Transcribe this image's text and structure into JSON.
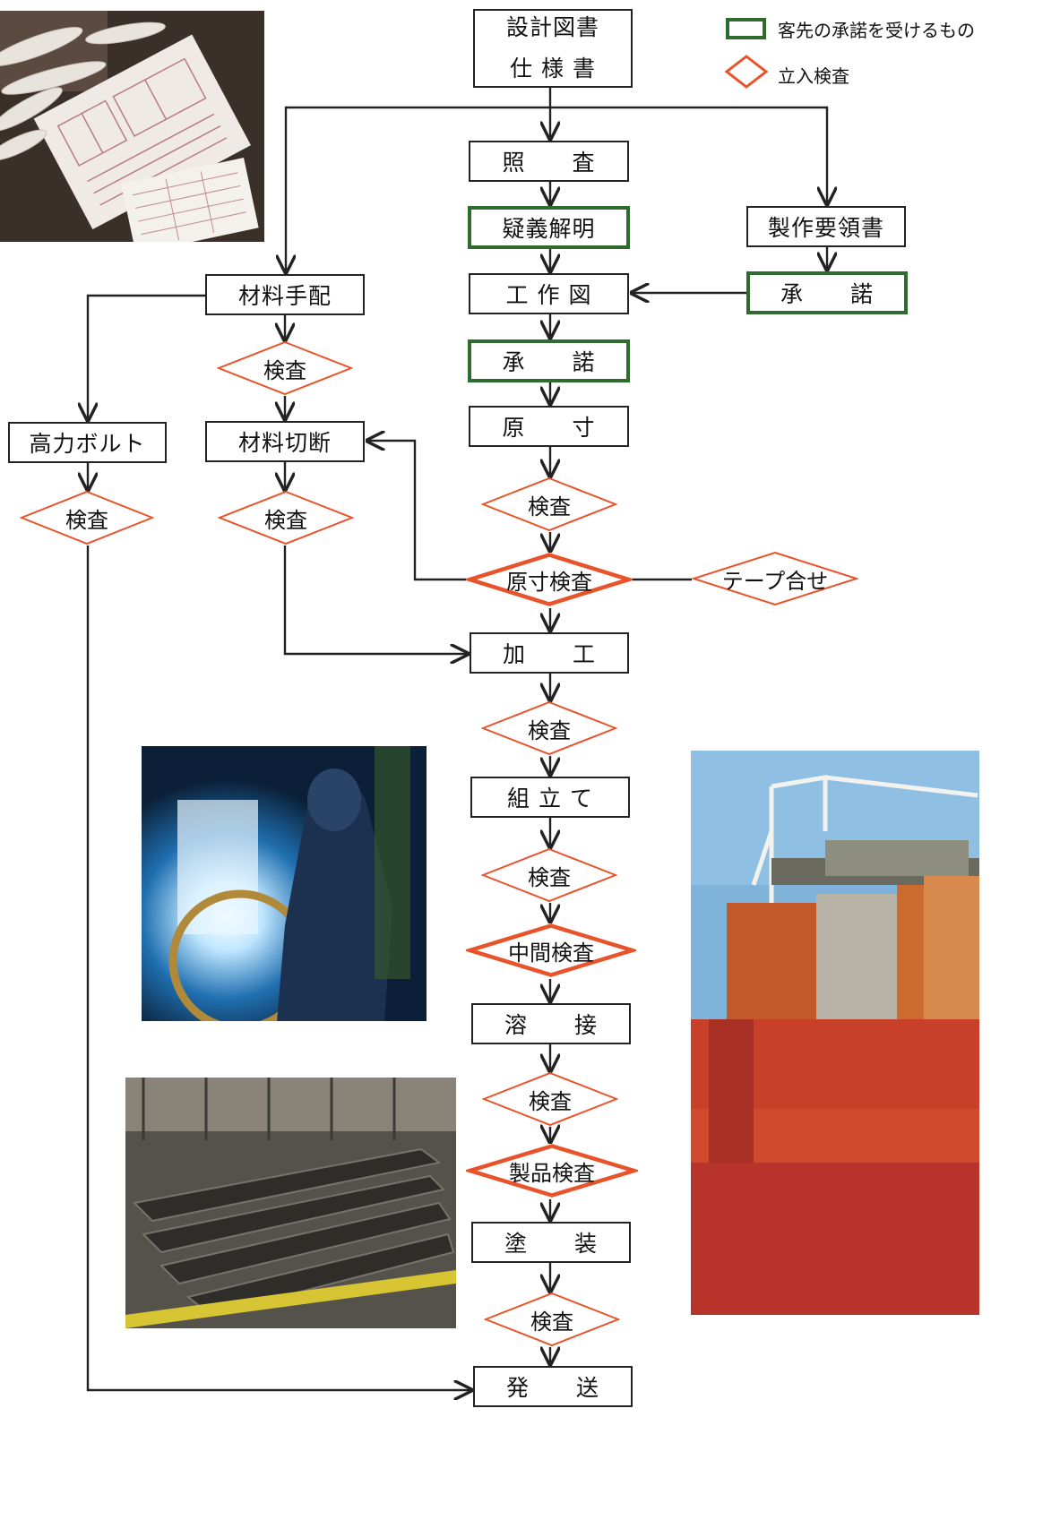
{
  "legend": {
    "approval_label": "客先の承諾を受けるもの",
    "inspection_label": "立入検査"
  },
  "colors": {
    "approval_border": "#2e6b2e",
    "inspection_border": "#e8532b",
    "line": "#222222"
  },
  "nodes": {
    "design_docs_1": "設計図書",
    "design_docs_2": "仕 様 書",
    "check": "照　　査",
    "clarify": "疑義解明",
    "manual": "製作要領書",
    "approval_right": "承　　諾",
    "material_order": "材料手配",
    "insp_material": "検査",
    "shop_drawing": "工 作 図",
    "approval_center": "承　　諾",
    "hi_bolt": "高力ボルト",
    "material_cut": "材料切断",
    "full_scale": "原　　寸",
    "insp_bolt": "検査",
    "insp_cut": "検査",
    "insp_full_scale": "検査",
    "full_scale_insp": "原寸検査",
    "tape_match": "テープ合せ",
    "fabrication": "加　　工",
    "insp_fab": "検査",
    "assembly": "組 立 て",
    "insp_assembly": "検査",
    "midway_insp": "中間検査",
    "welding": "溶　　接",
    "insp_welding": "検査",
    "product_insp": "製品検査",
    "painting": "塗　　装",
    "insp_painting": "検査",
    "shipping": "発　　送"
  }
}
